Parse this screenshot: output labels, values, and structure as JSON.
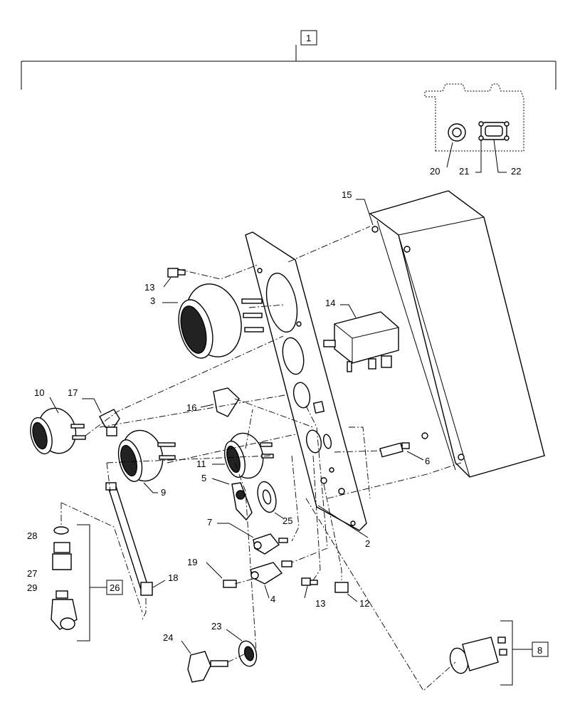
{
  "callouts": {
    "c1": "1",
    "c2": "2",
    "c3": "3",
    "c4": "4",
    "c5": "5",
    "c6": "6",
    "c7": "7",
    "c8": "8",
    "c9": "9",
    "c10": "10",
    "c11": "11",
    "c12": "12",
    "c13a": "13",
    "c13b": "13",
    "c14": "14",
    "c15": "15",
    "c16": "16",
    "c17": "17",
    "c18": "18",
    "c19": "19",
    "c20": "20",
    "c21": "21",
    "c22": "22",
    "c23": "23",
    "c24": "24",
    "c25": "25",
    "c26": "26",
    "c27": "27",
    "c28": "28",
    "c29": "29"
  }
}
